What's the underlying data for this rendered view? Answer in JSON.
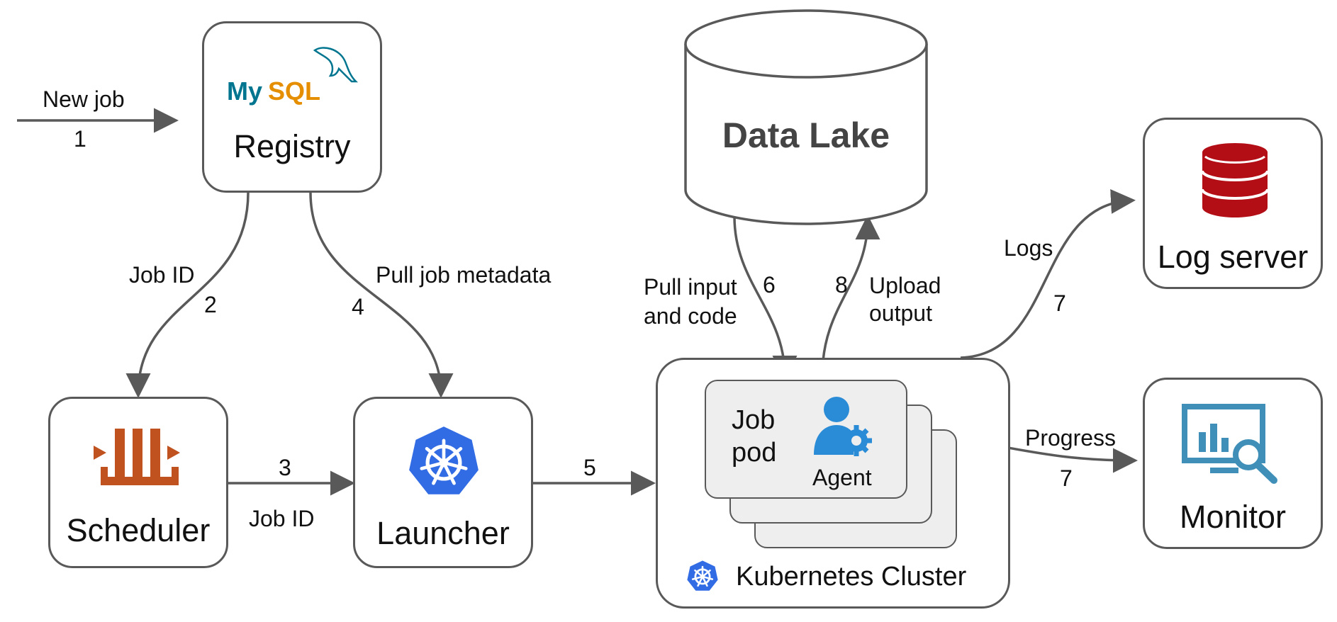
{
  "nodes": {
    "registry": {
      "label": "Registry",
      "logo_text": "MySQL"
    },
    "scheduler": {
      "label": "Scheduler"
    },
    "launcher": {
      "label": "Launcher"
    },
    "data_lake": {
      "label": "Data Lake"
    },
    "log_server": {
      "label": "Log server"
    },
    "monitor": {
      "label": "Monitor"
    },
    "cluster": {
      "label": "Kubernetes Cluster"
    },
    "job_pod": {
      "line1": "Job",
      "line2": "pod",
      "agent_label": "Agent"
    }
  },
  "edges": [
    {
      "label": "New job",
      "num": "1"
    },
    {
      "label": "Job ID",
      "num": "2"
    },
    {
      "label": "Job ID",
      "num": "3"
    },
    {
      "label": "Pull job metadata",
      "num": "4"
    },
    {
      "label": "",
      "num": "5"
    },
    {
      "label_line1": "Pull input",
      "label_line2": "and code",
      "num": "6"
    },
    {
      "label": "Logs",
      "num": "7"
    },
    {
      "label": "Progress",
      "num": "7"
    },
    {
      "label_line1": "Upload",
      "label_line2": "output",
      "num": "8"
    }
  ],
  "colors": {
    "line": "#595959",
    "kubernetes_blue": "#326ce5",
    "scheduler_orange": "#c0521f",
    "log_red": "#b30d16",
    "monitor_blue": "#3f8fb8",
    "mysql_blue": "#00758f",
    "mysql_orange": "#e48e00"
  }
}
